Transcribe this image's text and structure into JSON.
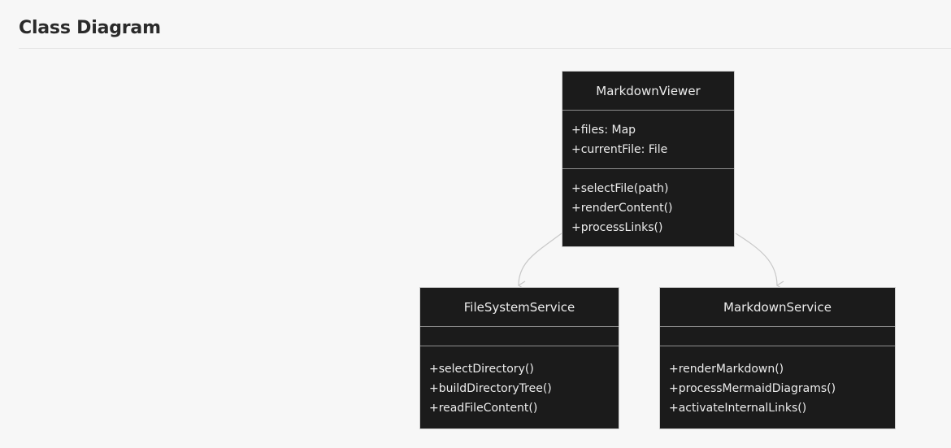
{
  "page": {
    "title": "Class Diagram"
  },
  "diagram": {
    "classes": [
      {
        "name": "MarkdownViewer",
        "attributes": [
          "+files: Map",
          "+currentFile: File"
        ],
        "methods": [
          "+selectFile(path)",
          "+renderContent()",
          "+processLinks()"
        ]
      },
      {
        "name": "FileSystemService",
        "attributes": [],
        "methods": [
          "+selectDirectory()",
          "+buildDirectoryTree()",
          "+readFileContent()"
        ]
      },
      {
        "name": "MarkdownService",
        "attributes": [],
        "methods": [
          "+renderMarkdown()",
          "+processMermaidDiagrams()",
          "+activateInternalLinks()"
        ]
      }
    ],
    "relations": [
      {
        "from": "MarkdownViewer",
        "to": "FileSystemService"
      },
      {
        "from": "MarkdownViewer",
        "to": "MarkdownService"
      }
    ]
  },
  "colors": {
    "background": "#f7f7f7",
    "class_fill": "#1b1b1b",
    "class_text": "#ececec",
    "connector": "#c8c8c8",
    "title": "#2a2a2a"
  }
}
